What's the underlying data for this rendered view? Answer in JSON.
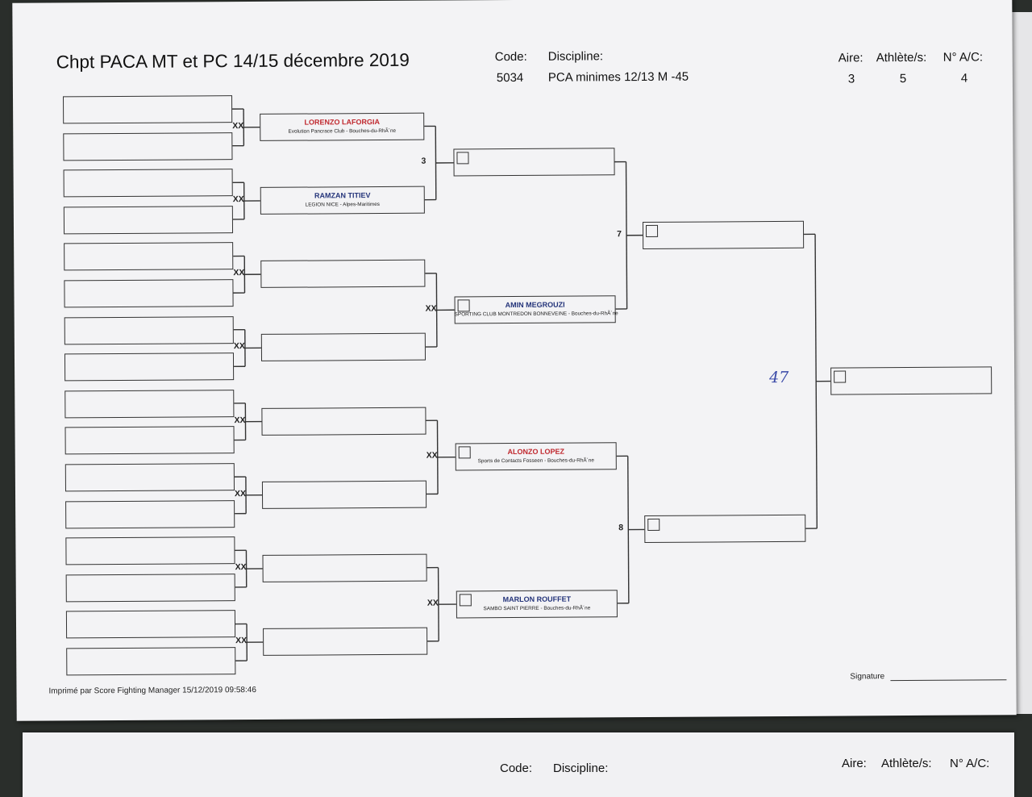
{
  "header": {
    "title": "Chpt PACA MT et PC 14/15 décembre 2019",
    "code_label": "Code:",
    "code_value": "5034",
    "discipline_label": "Discipline:",
    "discipline_value": "PCA minimes 12/13 M -45",
    "aire_label": "Aire:",
    "aire_value": "3",
    "athletes_label": "Athlète/s:",
    "athletes_value": "5",
    "num_label": "N° A/C:",
    "num_value": "4"
  },
  "fighters": {
    "laforgia": {
      "name": "LORENZO LAFORGIA",
      "club": "Evolution Pancrace Club - Bouches-du-RhÃ´ne",
      "color": "#c0282e"
    },
    "titiev": {
      "name": "RAMZAN TITIEV",
      "club": "LEGION NICE - Alpes-Maritimes",
      "color": "#24347a"
    },
    "megrouzi": {
      "name": "AMIN MEGROUZI",
      "club": "SPORTING CLUB MONTREDON BONNEVEINE - Bouches-du-RhÃ´ne",
      "color": "#24347a"
    },
    "lopez": {
      "name": "ALONZO LOPEZ",
      "club": "Sports de Contacts Fosseen - Bouches-du-RhÃ´ne",
      "color": "#c0282e"
    },
    "rouffet": {
      "name": "MARLON ROUFFET",
      "club": "SAMBO SAINT PIERRE - Bouches-du-RhÃ´ne",
      "color": "#24347a"
    }
  },
  "bye_mark": "XX",
  "match_numbers": {
    "m3": "3",
    "m7": "7",
    "m8": "8"
  },
  "handwritten_note": "47",
  "footer": {
    "printed_by": "Imprimé par Score Fighting Manager 15/12/2019 09:58:46",
    "signature_label": "Signature"
  },
  "next_sheet": {
    "code_label": "Code:",
    "discipline_label": "Discipline:",
    "aire_label": "Aire:",
    "athletes_label": "Athlète/s:",
    "num_label": "N° A/C:"
  }
}
